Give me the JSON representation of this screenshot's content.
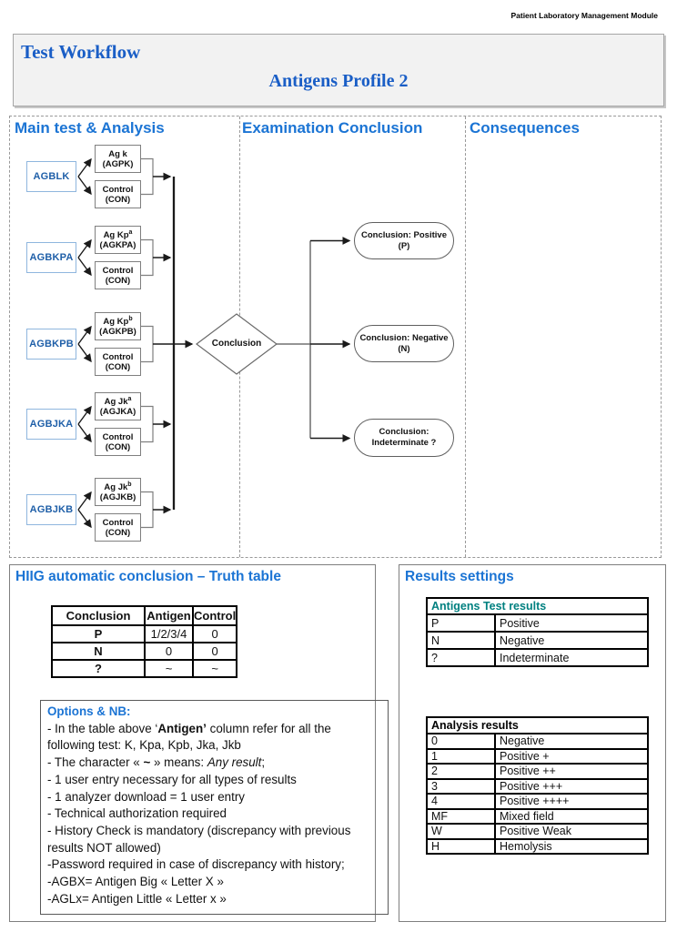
{
  "header": {
    "module_label": "Patient Laboratory Management Module",
    "title": "Test Workflow",
    "subtitle": "Antigens Profile 2"
  },
  "workflow": {
    "columns": [
      {
        "label": "Main test & Analysis"
      },
      {
        "label": "Examination Conclusion"
      },
      {
        "label": "Consequences"
      }
    ],
    "groups": [
      {
        "label": "AGBLK",
        "test_name": "Ag k",
        "test_sup": "",
        "test_code": "(AGPK)",
        "control_name": "Control",
        "control_code": "(CON)"
      },
      {
        "label": "AGBKPA",
        "test_name": "Ag Kp",
        "test_sup": "a",
        "test_code": "(AGKPA)",
        "control_name": "Control",
        "control_code": "(CON)"
      },
      {
        "label": "AGBKPB",
        "test_name": "Ag Kp",
        "test_sup": "b",
        "test_code": "(AGKPB)",
        "control_name": "Control",
        "control_code": "(CON)"
      },
      {
        "label": "AGBJKA",
        "test_name": "Ag Jk",
        "test_sup": "a",
        "test_code": "(AGJKA)",
        "control_name": "Control",
        "control_code": "(CON)"
      },
      {
        "label": "AGBJKB",
        "test_name": "Ag Jk",
        "test_sup": "b",
        "test_code": "(AGJKB)",
        "control_name": "Control",
        "control_code": "(CON)"
      }
    ],
    "decision": "Conclusion",
    "outcomes": [
      {
        "line1": "Conclusion: Positive",
        "line2": "(P)"
      },
      {
        "line1": "Conclusion: Negative",
        "line2": "(N)"
      },
      {
        "line1": "Conclusion:",
        "line2": "Indeterminate ?"
      }
    ]
  },
  "truth_section": {
    "title": "HIIG automatic conclusion – Truth table",
    "table": {
      "headers": [
        "Conclusion",
        "Antigen",
        "Control"
      ],
      "rows": [
        [
          "P",
          "1/2/3/4",
          "0"
        ],
        [
          "N",
          "0",
          "0"
        ],
        [
          "?",
          "~",
          "~"
        ]
      ]
    },
    "options": {
      "title": "Options & NB:",
      "l1a": "- In the table above ‘",
      "l1b": "Antigen’",
      "l1c": " column refer for all the following test: K, Kpa, Kpb, Jka, Jkb",
      "l2a": "- The character « ",
      "l2b": "~",
      "l2c": " » means: ",
      "l2d": "Any result",
      "l2e": ";",
      "l3": "- 1 user entry necessary for all types of results",
      "l4": "- 1 analyzer download = 1 user entry",
      "l5": "- Technical authorization required",
      "l6": "- History Check is mandatory (discrepancy with previous results NOT allowed)",
      "l7": "-Password required in case of discrepancy with history;",
      "l8": "-AGBX= Antigen Big « Letter X »",
      "l9": "-AGLx= Antigen Little « Letter x »"
    }
  },
  "results_section": {
    "title": "Results settings",
    "antigens_table": {
      "header": "Antigens Test results",
      "rows": [
        [
          "P",
          "Positive"
        ],
        [
          "N",
          "Negative"
        ],
        [
          "?",
          "Indeterminate"
        ]
      ]
    },
    "analysis_table": {
      "header": "Analysis results",
      "rows": [
        [
          "0",
          "Negative"
        ],
        [
          "1",
          "Positive +"
        ],
        [
          "2",
          "Positive ++"
        ],
        [
          "3",
          "Positive +++"
        ],
        [
          "4",
          "Positive ++++"
        ],
        [
          "MF",
          "Mixed field"
        ],
        [
          "W",
          "Positive Weak"
        ],
        [
          "H",
          "Hemolysis"
        ]
      ]
    }
  }
}
